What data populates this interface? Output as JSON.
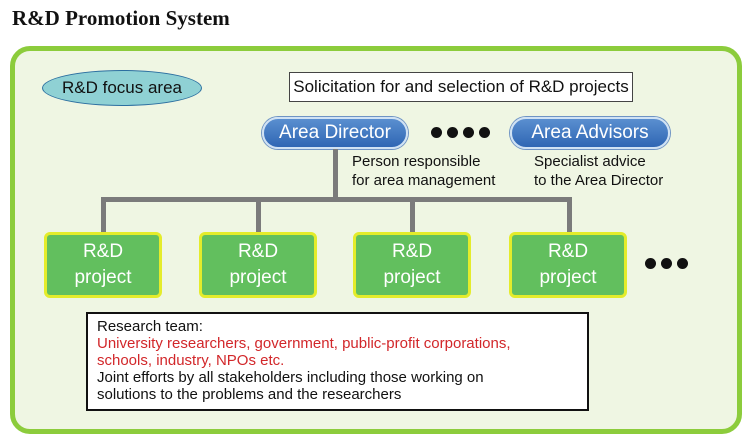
{
  "title": "R&D Promotion System",
  "focus_area": "R&D focus area",
  "solicitation": "Solicitation for and selection of R&D projects",
  "director": {
    "label": "Area Director",
    "note_line1": "Person responsible",
    "note_line2": "for area management"
  },
  "advisors": {
    "label": "Area Advisors",
    "note_line1": "Specialist advice",
    "note_line2": "to the Area Director"
  },
  "projects": [
    {
      "line1": "R&D",
      "line2": "project"
    },
    {
      "line1": "R&D",
      "line2": "project"
    },
    {
      "line1": "R&D",
      "line2": "project"
    },
    {
      "line1": "R&D",
      "line2": "project"
    }
  ],
  "team": {
    "heading": "Research team:",
    "members_line1": "University researchers, government, public-profit corporations,",
    "members_line2": "schools, industry, NPOs etc.",
    "desc_line1": "Joint efforts by all stakeholders including those working on",
    "desc_line2": "solutions to the problems and the researchers"
  },
  "colors": {
    "frame_border": "#8ccc3c",
    "frame_fill": "#eff6e3",
    "ellipse_fill": "#8fd1d4",
    "pill_blue": "#2f66b4",
    "project_fill": "#62bf5e",
    "project_border": "#e4ec2b",
    "member_text": "#d2272a",
    "connector": "#7b7b7b"
  }
}
